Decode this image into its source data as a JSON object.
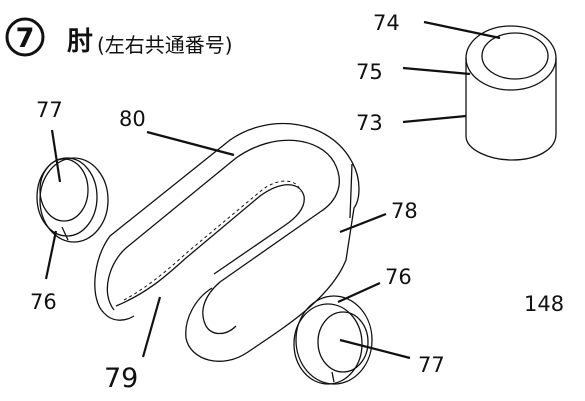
{
  "header": {
    "number": "7",
    "title": "肘",
    "subtitle": "(左右共通番号)"
  },
  "labels": {
    "p74": "74",
    "p75": "75",
    "p73": "73",
    "p80": "80",
    "p77_top": "77",
    "p78": "78",
    "p76_left": "76",
    "p76_right": "76",
    "p77_bottom": "77",
    "p79": "79",
    "page": "148"
  }
}
